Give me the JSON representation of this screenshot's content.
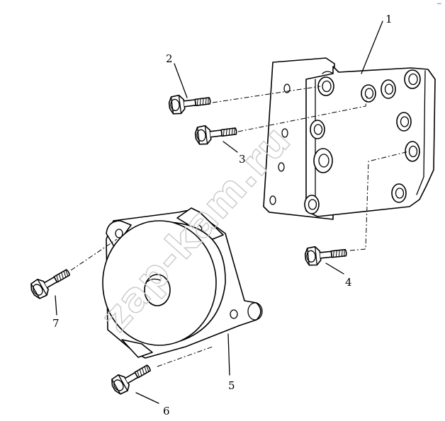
{
  "watermark": "zap-kam.ru",
  "corner_mark": "~",
  "callouts": [
    {
      "id": "callout-1",
      "label": "1"
    },
    {
      "id": "callout-2",
      "label": "2"
    },
    {
      "id": "callout-3",
      "label": "3"
    },
    {
      "id": "callout-4",
      "label": "4"
    },
    {
      "id": "callout-5",
      "label": "5"
    },
    {
      "id": "callout-6",
      "label": "6"
    },
    {
      "id": "callout-7",
      "label": "7"
    }
  ],
  "colors": {
    "line": "#000000",
    "background": "#ffffff",
    "watermark": "#c9c9c9"
  }
}
